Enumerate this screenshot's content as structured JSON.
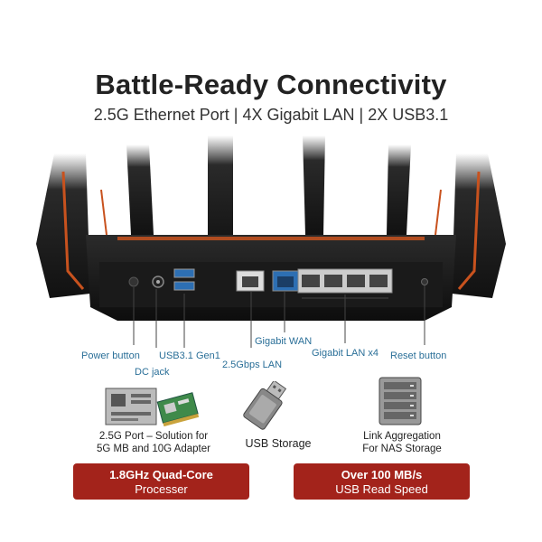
{
  "header": {
    "title": "Battle-Ready Connectivity",
    "subtitle": "2.5G Ethernet Port | 4X Gigabit LAN | 2X USB3.1"
  },
  "port_labels": {
    "power": "Power button",
    "dc": "DC jack",
    "usb": "USB3.1 Gen1",
    "lan25": "2.5Gbps LAN",
    "wan": "Gigabit WAN",
    "lan4": "Gigabit LAN x4",
    "reset": "Reset button"
  },
  "features": [
    {
      "line1": "2.5G Port – Solution for",
      "line2": "5G MB and 10G Adapter",
      "icon": "motherboard-icon"
    },
    {
      "line1": "USB Storage",
      "line2": "",
      "icon": "usb-drive-icon"
    },
    {
      "line1": "Link Aggregation",
      "line2": "For NAS Storage",
      "icon": "nas-icon"
    }
  ],
  "badges": [
    {
      "line1": "1.8GHz Quad-Core",
      "line2": "Processer"
    },
    {
      "line1": "Over 100 MB/s",
      "line2": "USB Read Speed"
    }
  ],
  "colors": {
    "accent": "#a3231b",
    "label": "#2a6f98",
    "router_accent": "#c8521e"
  }
}
